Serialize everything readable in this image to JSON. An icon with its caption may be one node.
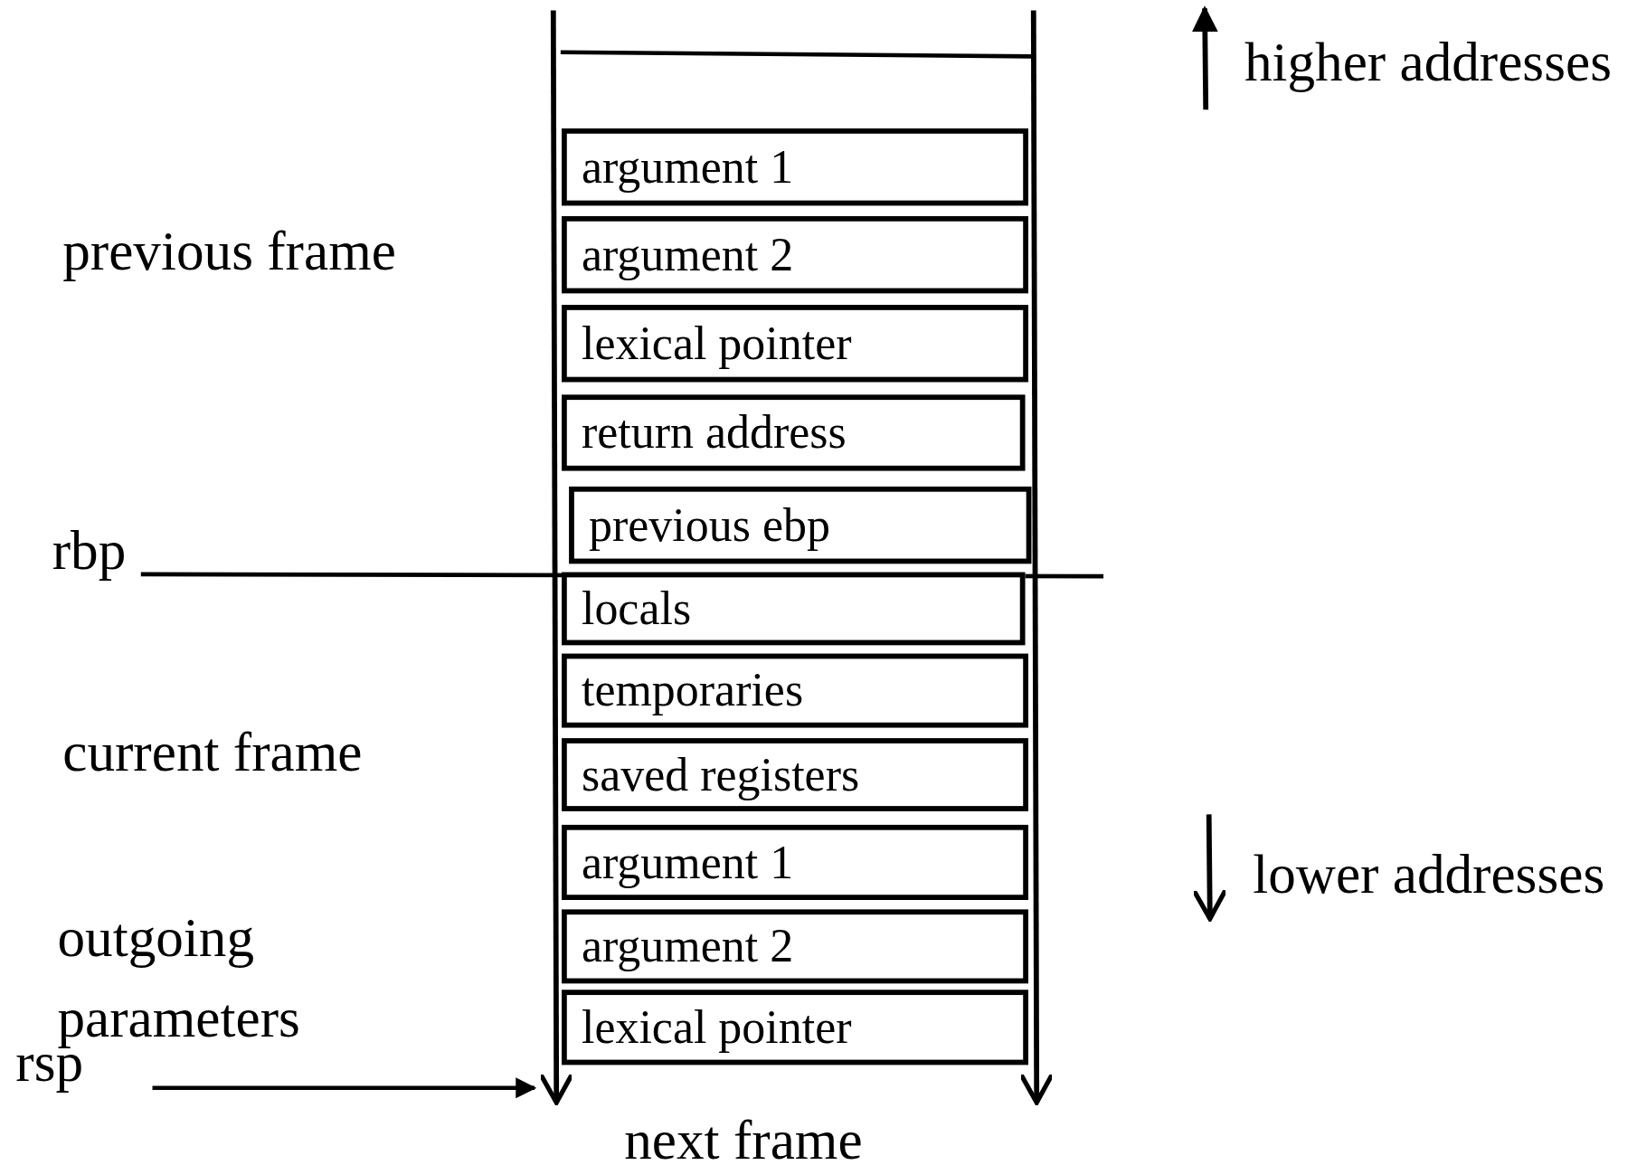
{
  "diagram": {
    "nodes": [
      {
        "text": [
          "argument 1"
        ]
      },
      {
        "text": [
          "argument 2"
        ]
      },
      {
        "text": [
          "lexical pointer"
        ]
      },
      {
        "text": [
          "return address"
        ]
      },
      {
        "text": [
          "previous  ebp"
        ]
      },
      {
        "text": [
          "locals"
        ]
      },
      {
        "text": [
          "temporaries"
        ]
      },
      {
        "text": [
          "saved registers"
        ]
      },
      {
        "text": [
          "argument 1"
        ]
      },
      {
        "text": [
          "argument 2"
        ]
      },
      {
        "text": [
          "lexical pointer"
        ]
      },
      {
        "text": [
          "rbp"
        ]
      },
      {
        "text": [
          "rsp"
        ]
      }
    ],
    "edges": [
      {
        "from": 11,
        "to": null,
        "arrow": "none"
      },
      {
        "from": 12,
        "to": 10,
        "arrow": "to"
      }
    ],
    "labels": [
      "higher addresses",
      "previous frame",
      "current frame",
      "lower addresses",
      "outgoing parameters",
      "next frame"
    ]
  }
}
